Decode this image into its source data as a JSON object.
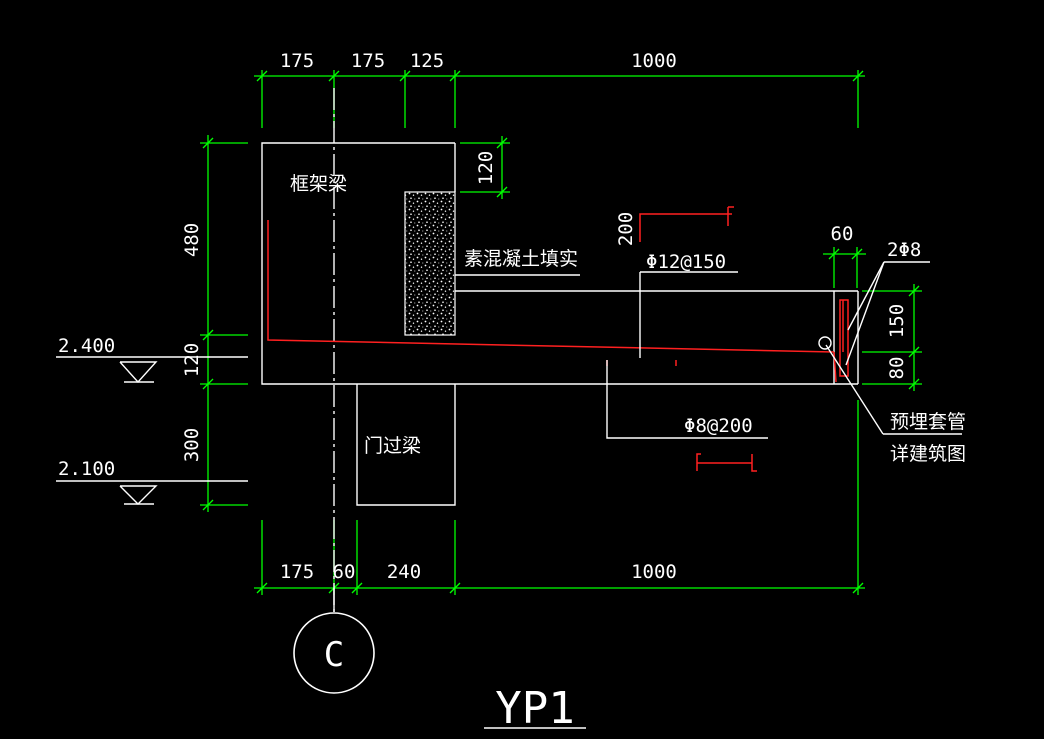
{
  "title": "YP1",
  "axis_label": "C",
  "dimensions": {
    "top": [
      "175",
      "175",
      "125",
      "1000"
    ],
    "bottom": [
      "175",
      "60",
      "240",
      "1000"
    ],
    "left_480": "480",
    "left_120": "120",
    "left_300": "300",
    "right_120": "120",
    "rebar_200": "200",
    "right_60": "60",
    "right_150": "150",
    "right_80": "80"
  },
  "elevations": [
    "2.400",
    "2.100"
  ],
  "labels": {
    "frame_beam": "框架梁",
    "concrete_fill": "素混凝土填实",
    "top_rebar": "Φ12@150",
    "edge_rebar": "2Φ8",
    "dist_rebar": "Φ8@200",
    "door_lintel": "门过梁",
    "sleeve_line1": "预埋套管",
    "sleeve_line2": "详建筑图"
  },
  "colors": {
    "dimension": "#00ff00",
    "outline": "#ffffff",
    "rebar": "#ff2020",
    "background": "#000000"
  }
}
